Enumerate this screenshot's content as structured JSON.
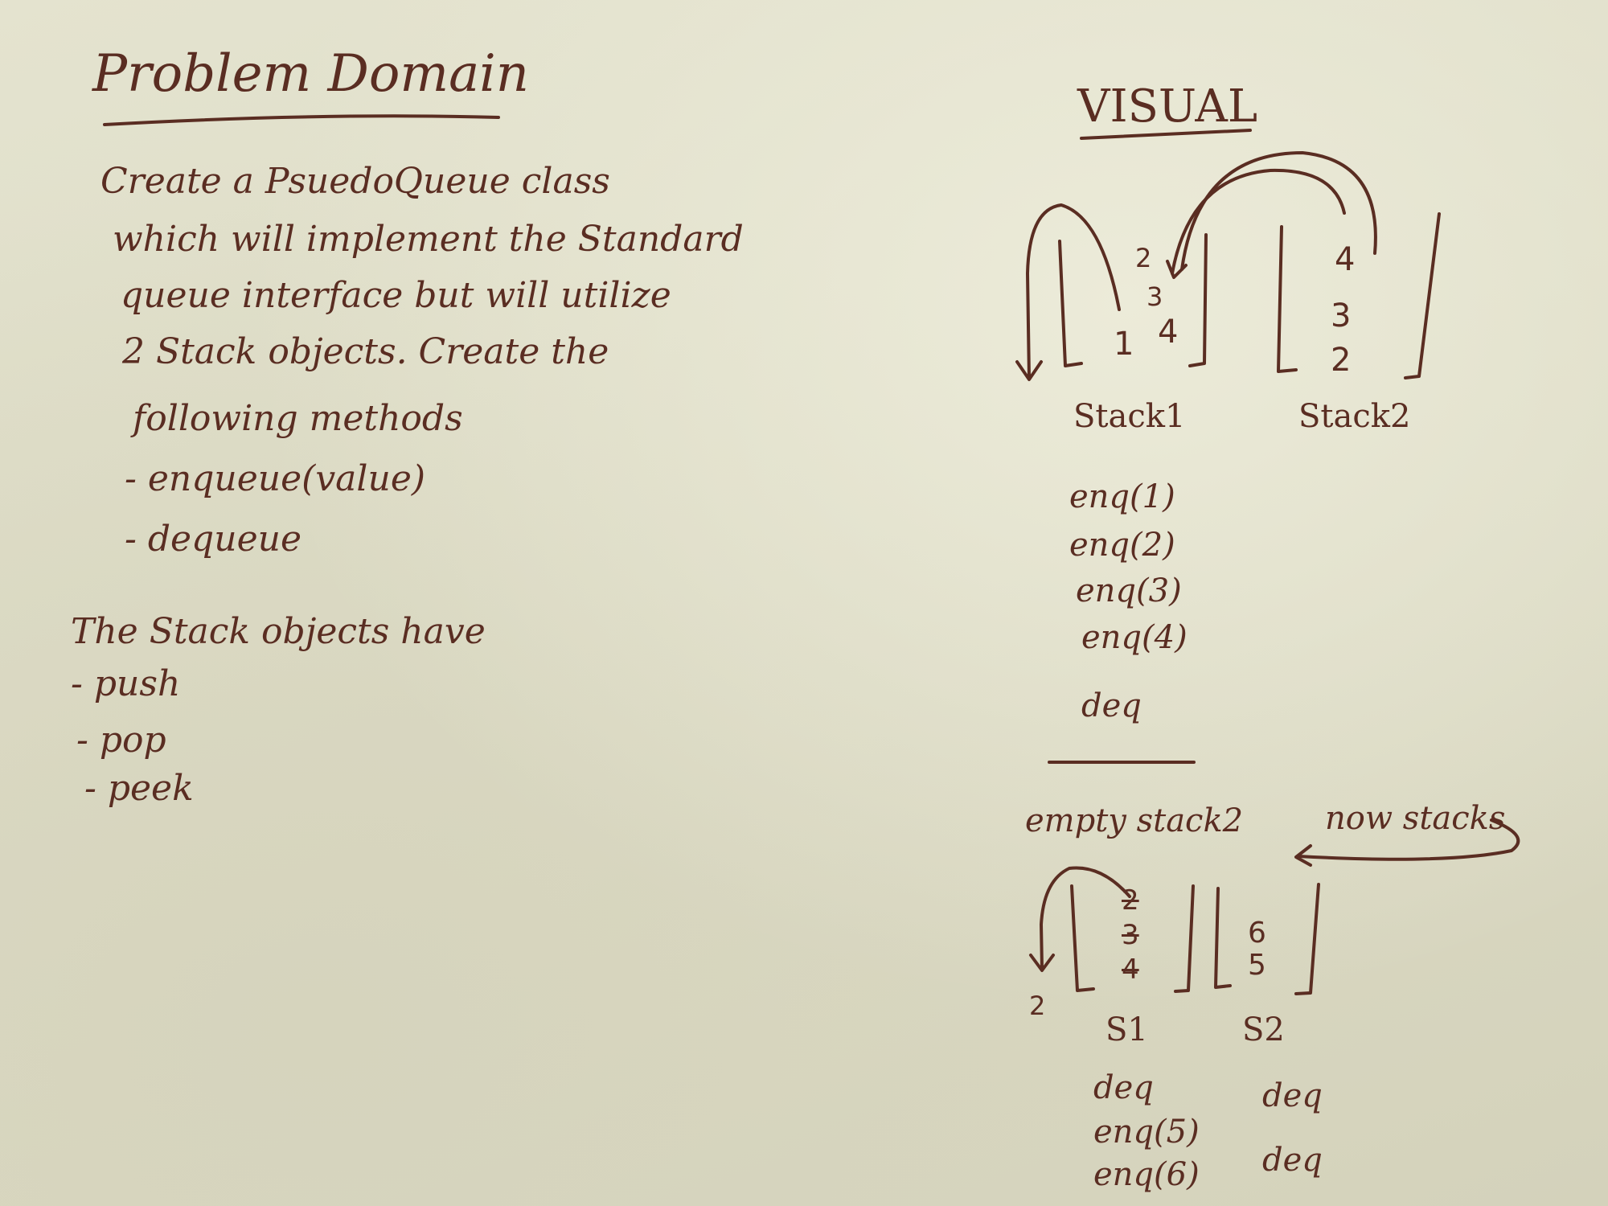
{
  "problem": {
    "title": "Problem Domain",
    "description_lines": [
      "Create a PsuedoQueue class",
      "which will implement the Standard",
      "queue interface but will utilize",
      "2 Stack objects. Create the",
      "following methods"
    ],
    "methods": [
      "- enqueue(value)",
      "- dequeue"
    ],
    "stack_intro": "The Stack objects have",
    "stack_methods": [
      "- push",
      "- pop",
      "- peek"
    ]
  },
  "visual": {
    "title": "VISUAL",
    "stack1": {
      "label": "Stack1",
      "items": [
        "1",
        "4"
      ],
      "arrow_labels": [
        "2",
        "3"
      ]
    },
    "stack2": {
      "label": "Stack2",
      "items": [
        "4",
        "3",
        "2"
      ]
    },
    "operations": [
      "enq(1)",
      "enq(2)",
      "enq(3)",
      "enq(4)",
      "deq"
    ],
    "note_left": "empty stack2",
    "note_right": "now stacks",
    "s1": {
      "label": "S1",
      "items": [
        "2",
        "3",
        "4"
      ],
      "output": "2"
    },
    "s2": {
      "label": "S2",
      "items": [
        "6",
        "5"
      ]
    },
    "ops_left": [
      "deq",
      "enq(5)",
      "enq(6)"
    ],
    "ops_right": [
      "deq",
      "deq"
    ]
  }
}
